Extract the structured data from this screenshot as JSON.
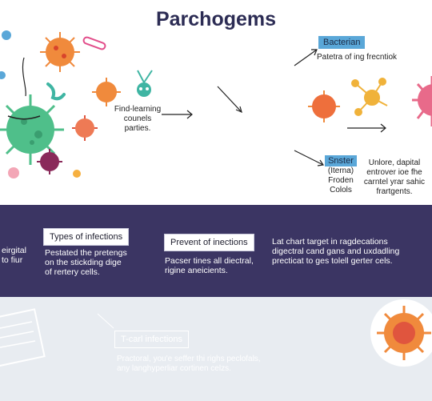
{
  "title": "Parchogems",
  "top": {
    "left_caption": [
      "Find-learning",
      "counels parties."
    ],
    "bacteria_badge": "Bacterian",
    "bacteria_caption": "Patetra of ing frecntiok",
    "sister_badge": "Snster",
    "sister_lines": [
      "(Iterna)",
      "Froden",
      "Colols"
    ],
    "right_note": [
      "Unlore, dapital",
      "entrover ioe fhe",
      "carntel yrar sahic",
      "frartgents."
    ]
  },
  "band": {
    "left_fragment": [
      "eirgital",
      "to fiur"
    ],
    "types_label": "Types of infections",
    "types_text": [
      "Pestated the pretengs",
      "on the stickding dige",
      "of rertery cells."
    ],
    "prevent_label": "Prevent of inections",
    "prevent_text": [
      "Pacser tines all diectral,",
      "rigine aneicients."
    ],
    "right_text": [
      "Lat chart target in ragdecations",
      "digectral cand gans and uxdadling",
      "precticat to ges tolell gerter cels."
    ]
  },
  "lower": {
    "label": "T-carl infections",
    "text": [
      "Practoral, you'e seffer thi righs peclofals,",
      "any langhyperliar cortinen celzs."
    ]
  },
  "colors": {
    "title": "#2c2c54",
    "band": "#3b3563",
    "lower_bg": "#e8ecf1",
    "badge": "#5aa7d8",
    "virus_green": "#4fbf8a",
    "virus_orange": "#f08a3c",
    "virus_red": "#e0553e",
    "virus_pink": "#e86a8a"
  }
}
